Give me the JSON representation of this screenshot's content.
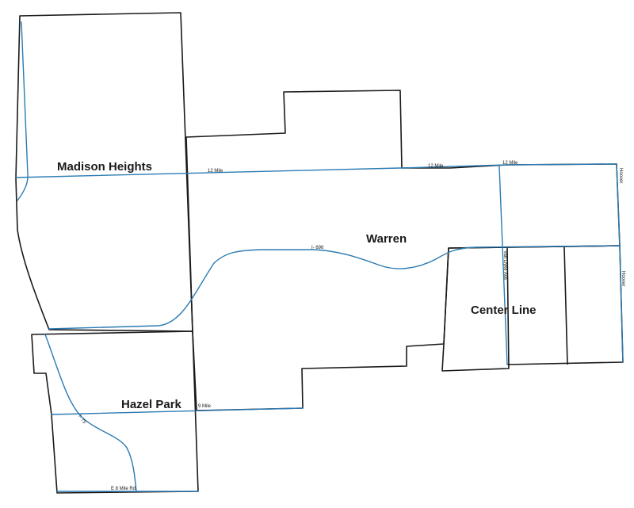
{
  "colors": {
    "boundary": "#1a1a1a",
    "road": "#2b7bb3",
    "background": "#ffffff"
  },
  "cities": {
    "madison_heights": "Madison Heights",
    "warren": "Warren",
    "center_line": "Center Line",
    "hazel_park": "Hazel Park"
  },
  "roads": {
    "twelve_mile_a": "12 Mile",
    "twelve_mile_b": "12 Mile",
    "twelve_mile_c": "12 Mile",
    "i696": "I- 696",
    "van_dyke": "Van Dyke Ave",
    "hoover_a": "Hoover",
    "hoover_b": "Hoover",
    "nine_mile": "9 Mile",
    "i75": "I- 75",
    "eight_mile": "E 8 Mile Rd"
  }
}
